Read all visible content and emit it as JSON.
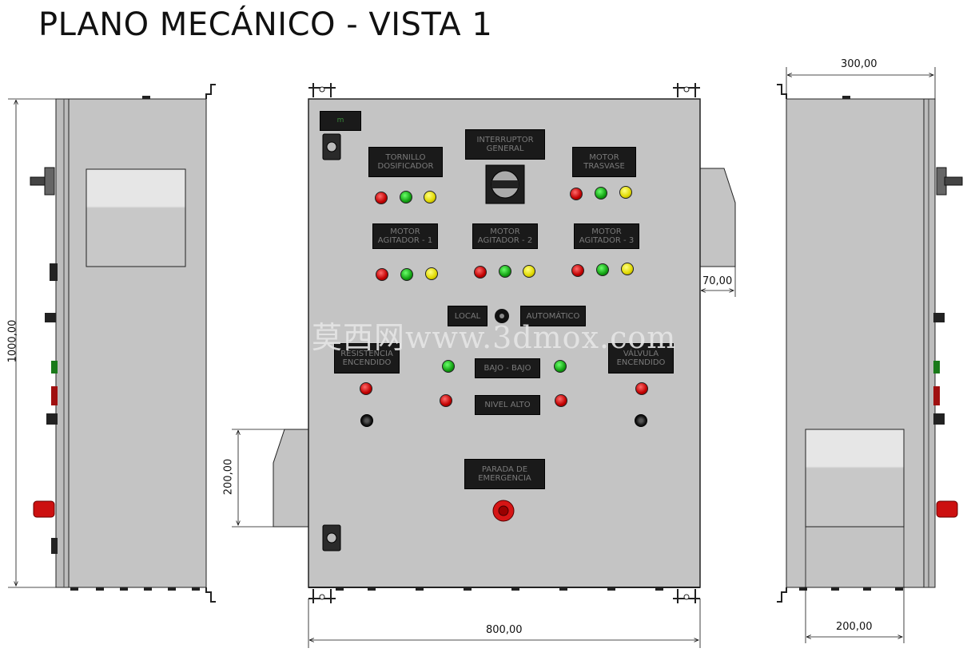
{
  "title": "PLANO MECÁNICO - VISTA 1",
  "dimensions": {
    "height": "1000,00",
    "width_front": "800,00",
    "depth": "300,00",
    "side_offset": "70,00",
    "lower_block_height": "200,00",
    "side_block_width": "200,00"
  },
  "watermark": "莫西网www.3dmox.com",
  "plates": {
    "logo": "m",
    "main_switch": [
      "INTERRUPTOR",
      "GENERAL"
    ],
    "screw": [
      "TORNILLO",
      "DOSIFICADOR"
    ],
    "transfer": [
      "MOTOR",
      "TRASVASE"
    ],
    "agit1": [
      "MOTOR",
      "AGITADOR - 1"
    ],
    "agit2": [
      "MOTOR",
      "AGITADOR - 2"
    ],
    "agit3": [
      "MOTOR",
      "AGITADOR - 3"
    ],
    "local": "LOCAL",
    "auto": "AUTOMÁTICO",
    "resistance": [
      "RESISTENCIA",
      "ENCENDIDO"
    ],
    "valve": [
      "VÁLVULA",
      "ENCENDIDO"
    ],
    "low": "BAJO - BAJO",
    "high": "NIVEL ALTO",
    "emergency": [
      "PARADA DE",
      "EMERGENCIA"
    ]
  },
  "colors": {
    "panel": "#c4c4c4",
    "plate": "#1a1a1a",
    "lamp_red": "#c00000",
    "lamp_green": "#12a012",
    "lamp_yellow": "#e0d800"
  }
}
